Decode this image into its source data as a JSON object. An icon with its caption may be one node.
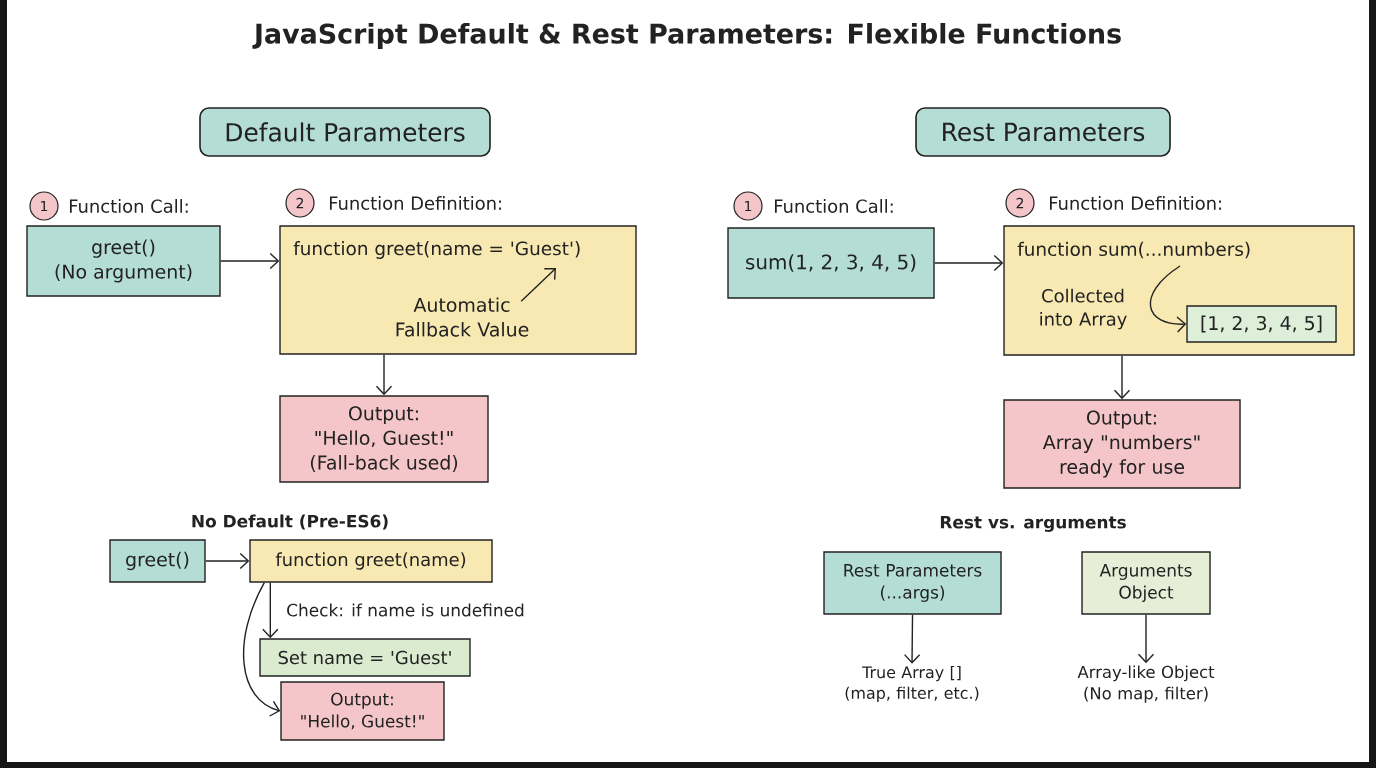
{
  "diagram": {
    "title": "JavaScript Default & Rest Parameters: Flexible Functions",
    "nodes": [
      {
        "text": [
          "Default Parameters"
        ]
      },
      {
        "text": [
          "1"
        ]
      },
      {
        "text": [
          "Function Call:",
          "greet()",
          "(No argument)"
        ]
      },
      {
        "text": [
          "2"
        ]
      },
      {
        "text": [
          "Function Definition:",
          "function greet(name = 'Guest')"
        ]
      },
      {
        "text": [
          "Automatic Fallback Value"
        ],
        "in": 4
      },
      {
        "text": [
          "Output:",
          "\"Hello, Guest!\"",
          "(Fall-back used)"
        ]
      },
      {
        "text": [
          "greet()"
        ]
      },
      {
        "text": [
          "function greet(name)"
        ]
      },
      {
        "text": [
          "Set name = 'Guest'"
        ]
      },
      {
        "text": [
          "Output:",
          "\"Hello, Guest!\""
        ]
      },
      {
        "text": [
          "Rest Parameters"
        ]
      },
      {
        "text": [
          "1"
        ]
      },
      {
        "text": [
          "Function Call:",
          "sum(1, 2, 3, 4, 5)"
        ]
      },
      {
        "text": [
          "2"
        ]
      },
      {
        "text": [
          "Function Definition:",
          "function sum(...numbers)"
        ]
      },
      {
        "text": [
          "[1, 2, 3, 4, 5]"
        ],
        "in": 15
      },
      {
        "text": [
          "Output:",
          "Array \"numbers\" ready for use"
        ]
      },
      {
        "text": [
          "Rest Parameters (...args)"
        ]
      },
      {
        "text": [
          "Arguments Object"
        ]
      },
      {
        "text": [
          "True Array [] (map, filter, etc.)"
        ]
      },
      {
        "text": [
          "Array-like Object (No map, filter)"
        ]
      }
    ],
    "edges": [
      {
        "from": 2,
        "to": 4,
        "arrow": "to"
      },
      {
        "from": 5,
        "to": null,
        "arrow": "to"
      },
      {
        "from": 4,
        "to": 6,
        "arrow": "to"
      },
      {
        "from": 7,
        "to": 8,
        "arrow": "to"
      },
      {
        "from": 8,
        "to": 9,
        "arrow": "to",
        "label": "Check: if name is undefined"
      },
      {
        "from": 8,
        "to": 10,
        "arrow": "to"
      },
      {
        "from": 13,
        "to": 15,
        "arrow": "to"
      },
      {
        "from": null,
        "to": 16,
        "arrow": "to",
        "label": "Collected into Array"
      },
      {
        "from": 15,
        "to": 17,
        "arrow": "to"
      },
      {
        "from": 18,
        "to": 20,
        "arrow": "to"
      },
      {
        "from": 19,
        "to": 21,
        "arrow": "to"
      }
    ],
    "labels": [
      "No Default (Pre-ES6)",
      "Rest vs. arguments"
    ]
  }
}
